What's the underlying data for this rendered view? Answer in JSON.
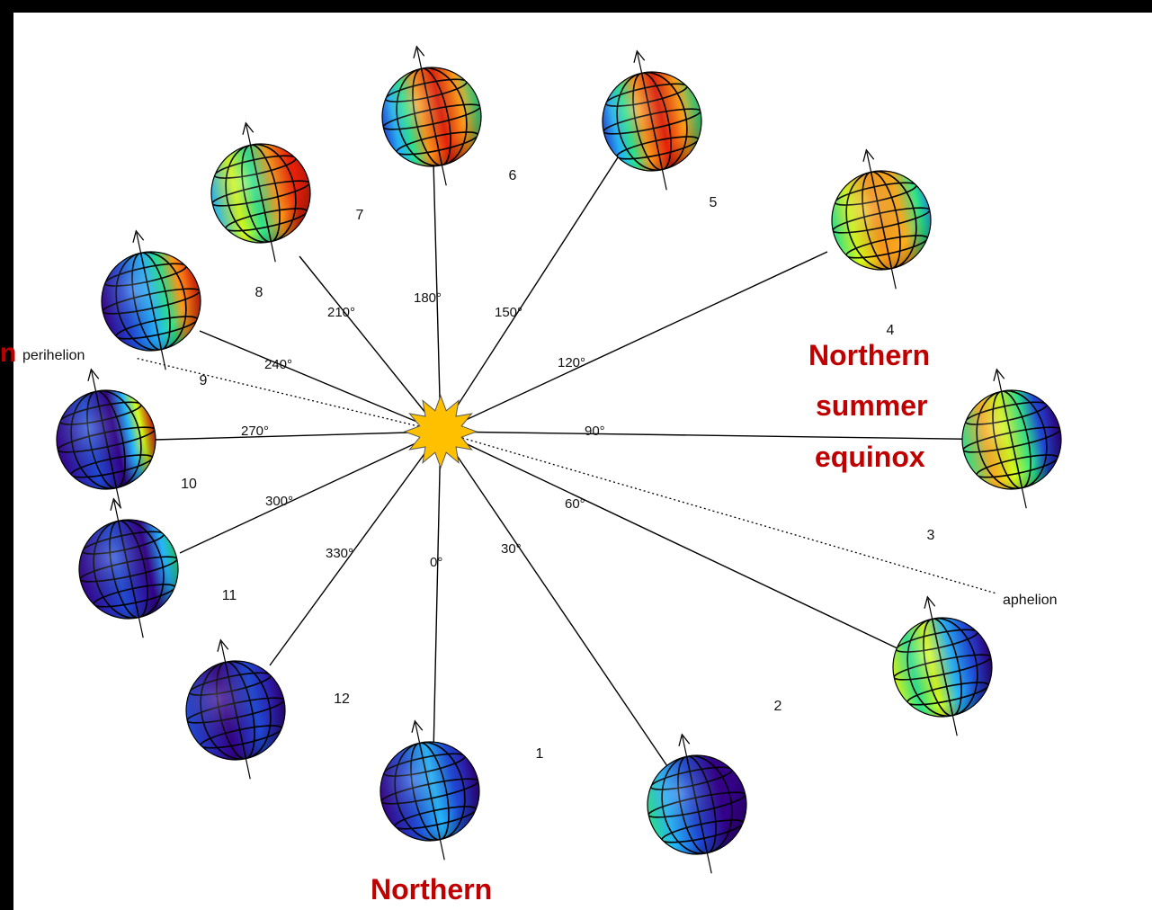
{
  "months": [
    {
      "num": "1",
      "angle": "0°"
    },
    {
      "num": "2",
      "angle": "30°"
    },
    {
      "num": "3",
      "angle": "60°"
    },
    {
      "num": "4",
      "angle": "90°"
    },
    {
      "num": "5",
      "angle": "120°"
    },
    {
      "num": "6",
      "angle": "150°"
    },
    {
      "num": "7",
      "angle": "180°"
    },
    {
      "num": "8",
      "angle": "210°"
    },
    {
      "num": "9",
      "angle": "240°"
    },
    {
      "num": "10",
      "angle": "270°"
    },
    {
      "num": "11",
      "angle": "300°"
    },
    {
      "num": "12",
      "angle": "330°"
    }
  ],
  "orbit_points": {
    "perihelion": "perihelion",
    "aphelion": "aphelion"
  },
  "callouts": {
    "summer": [
      "Northern",
      "summer",
      "equinox"
    ],
    "bottom": "Northern",
    "left_cut": "n"
  },
  "colors": {
    "callout": "#c00000",
    "sun": "#ffc000",
    "line": "#000000"
  },
  "globe_palette": [
    "#35008a",
    "#1f4ad8",
    "#24b8ff",
    "#2ae890",
    "#d8ff1a",
    "#ff9a1a",
    "#e8200a"
  ]
}
